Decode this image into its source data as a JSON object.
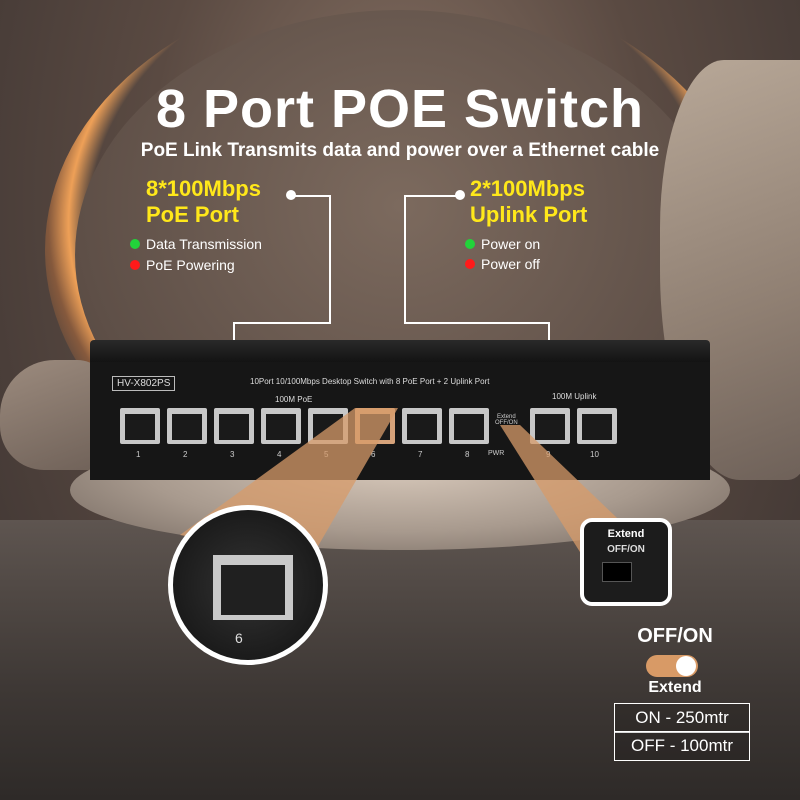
{
  "headline": "8 Port POE Switch",
  "subtitle": "PoE Link Transmits data and power over a Ethernet cable",
  "poe_port": {
    "line1": "8*100Mbps",
    "line2": "PoE Port",
    "legend": [
      {
        "label": "Data Transmission",
        "color": "#22d33a"
      },
      {
        "label": "PoE Powering",
        "color": "#ff1a1a"
      }
    ]
  },
  "uplink_port": {
    "line1": "2*100Mbps",
    "line2": "Uplink Port",
    "legend": [
      {
        "label": "Power on",
        "color": "#22d33a"
      },
      {
        "label": "Power off",
        "color": "#ff1a1a"
      }
    ]
  },
  "device": {
    "model": "HV-X802PS",
    "description": "10Port 10/100Mbps Desktop Switch with 8 PoE  Port + 2 Uplink Port",
    "poe_group_label": "100M PoE",
    "uplink_group_label": "100M Uplink",
    "port_numbers": [
      "1",
      "2",
      "3",
      "4",
      "5",
      "6",
      "7",
      "8",
      "9",
      "10"
    ],
    "extend_label": "Extend",
    "extend_sub": "OFF/ON",
    "pwr_label": "PWR"
  },
  "zoom_port": {
    "number": "6"
  },
  "zoom_switch": {
    "title": "Extend",
    "subtitle": "OFF/ON"
  },
  "extend_panel": {
    "state_label": "OFF/ON",
    "label": "Extend",
    "on_spec": "ON - 250mtr",
    "off_spec": "OFF - 100mtr"
  },
  "colors": {
    "accent_yellow": "#ffe81a",
    "glow_orange": "#ffa050",
    "toggle_tan": "#d89a66"
  }
}
